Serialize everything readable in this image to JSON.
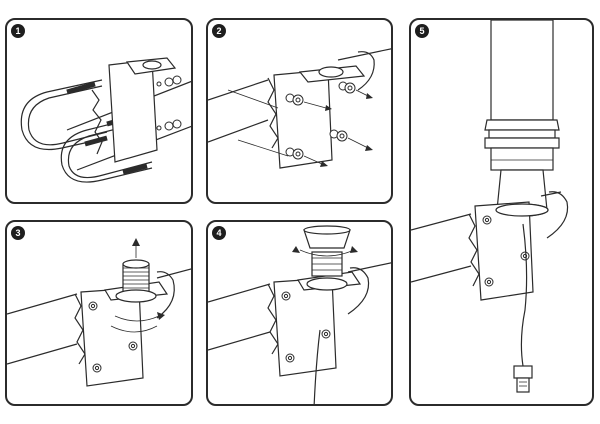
{
  "steps": [
    {
      "number": "1",
      "description_icon": "u-bolt-attach"
    },
    {
      "number": "2",
      "description_icon": "bolts-tighten"
    },
    {
      "number": "3",
      "description_icon": "nut-rotate"
    },
    {
      "number": "4",
      "description_icon": "antenna-base-screw"
    },
    {
      "number": "5",
      "description_icon": "antenna-mounted-usb"
    }
  ],
  "colors": {
    "line": "#2b2b2b",
    "fill": "#ffffff",
    "badge": "#1e1e1e"
  }
}
